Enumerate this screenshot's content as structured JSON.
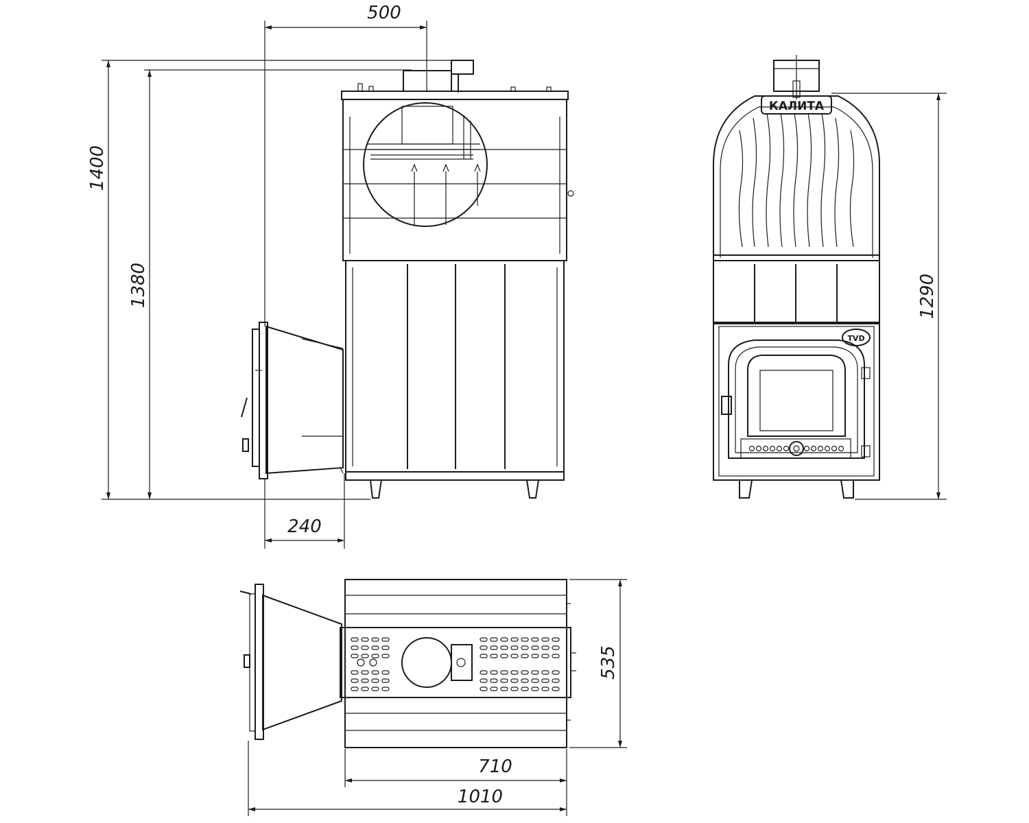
{
  "dimensions": {
    "overall_width_side": "500",
    "overall_height": "1400",
    "body_height": "1380",
    "firebox_extension": "240",
    "front_height": "1290",
    "depth": "535",
    "body_length": "710",
    "total_length": "1010"
  },
  "labels": {
    "brand_plate": "КАЛИТА",
    "door_logo": "TVD"
  }
}
